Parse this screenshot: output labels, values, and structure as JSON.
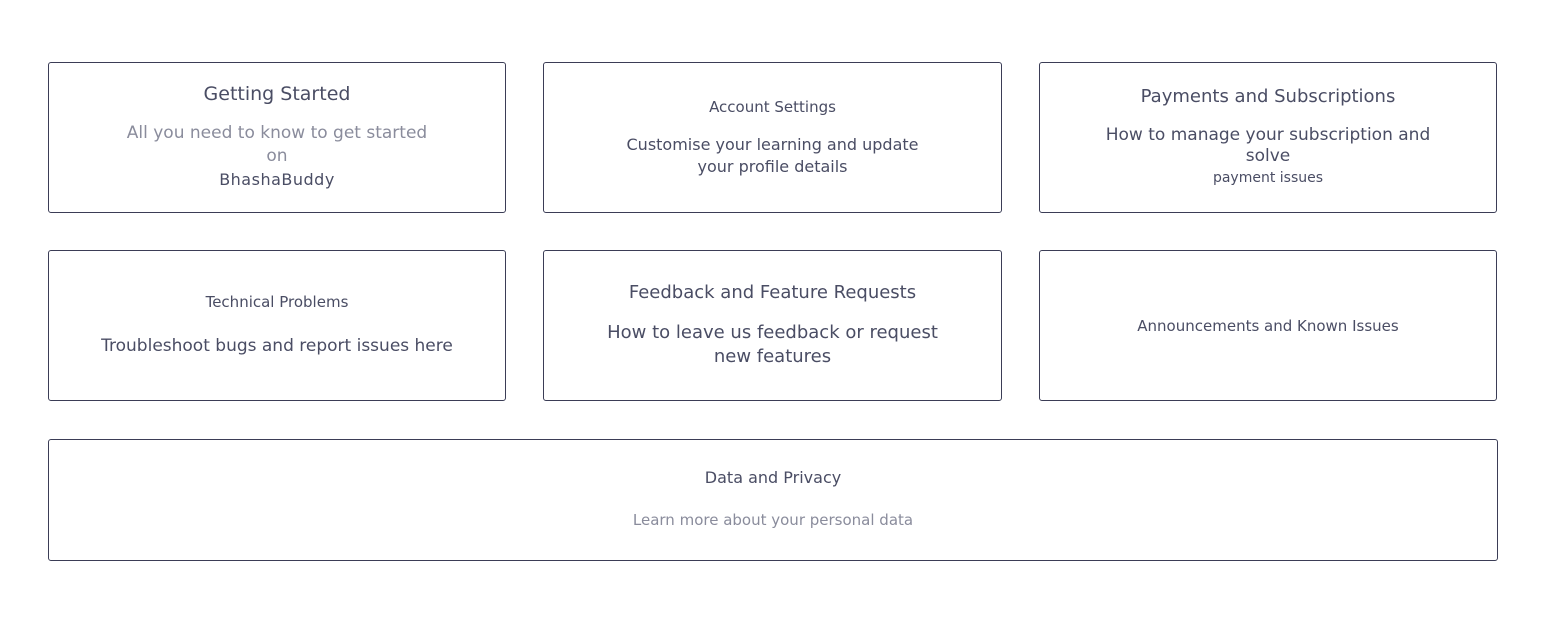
{
  "cards": [
    {
      "title": "Getting Started",
      "description": "All you need to know to get started on",
      "brand": "BhashaBuddy"
    },
    {
      "title": "Account Settings",
      "description": "Customise your learning and update your profile details"
    },
    {
      "title": "Payments and Subscriptions",
      "description": "How to manage your subscription and solve",
      "description_tail": "payment issues"
    },
    {
      "title": "Technical Problems",
      "description": "Troubleshoot bugs and report issues here"
    },
    {
      "title": "Feedback and Feature Requests",
      "description": "How to leave us feedback or request new features"
    },
    {
      "title": "Announcements and Known Issues"
    },
    {
      "title": "Data and Privacy",
      "description": "Learn more about your personal data"
    }
  ],
  "colors": {
    "text": "#4a4d64",
    "muted_text": "#8a8c9c",
    "border": "#3b3d56",
    "background": "#ffffff"
  }
}
